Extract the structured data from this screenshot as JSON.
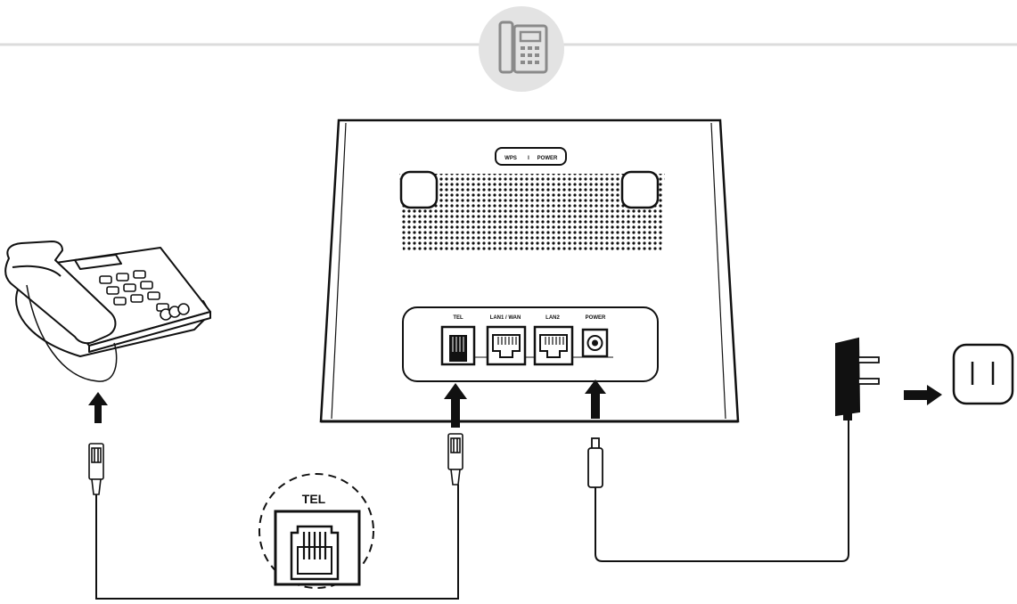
{
  "header": {
    "icon": "desk-phone-icon"
  },
  "router": {
    "indicators": {
      "wps": "WPS",
      "separator": "I",
      "power": "POWER"
    },
    "ports": {
      "tel": "TEL",
      "lan1_wan": "LAN1 / WAN",
      "lan2": "LAN2",
      "power": "POWER"
    }
  },
  "callout": {
    "label": "TEL"
  },
  "colors": {
    "stroke": "#111111",
    "header_line": "#dcdcdc",
    "header_circle": "#e3e3e3",
    "icon": "#8a8a8a"
  }
}
